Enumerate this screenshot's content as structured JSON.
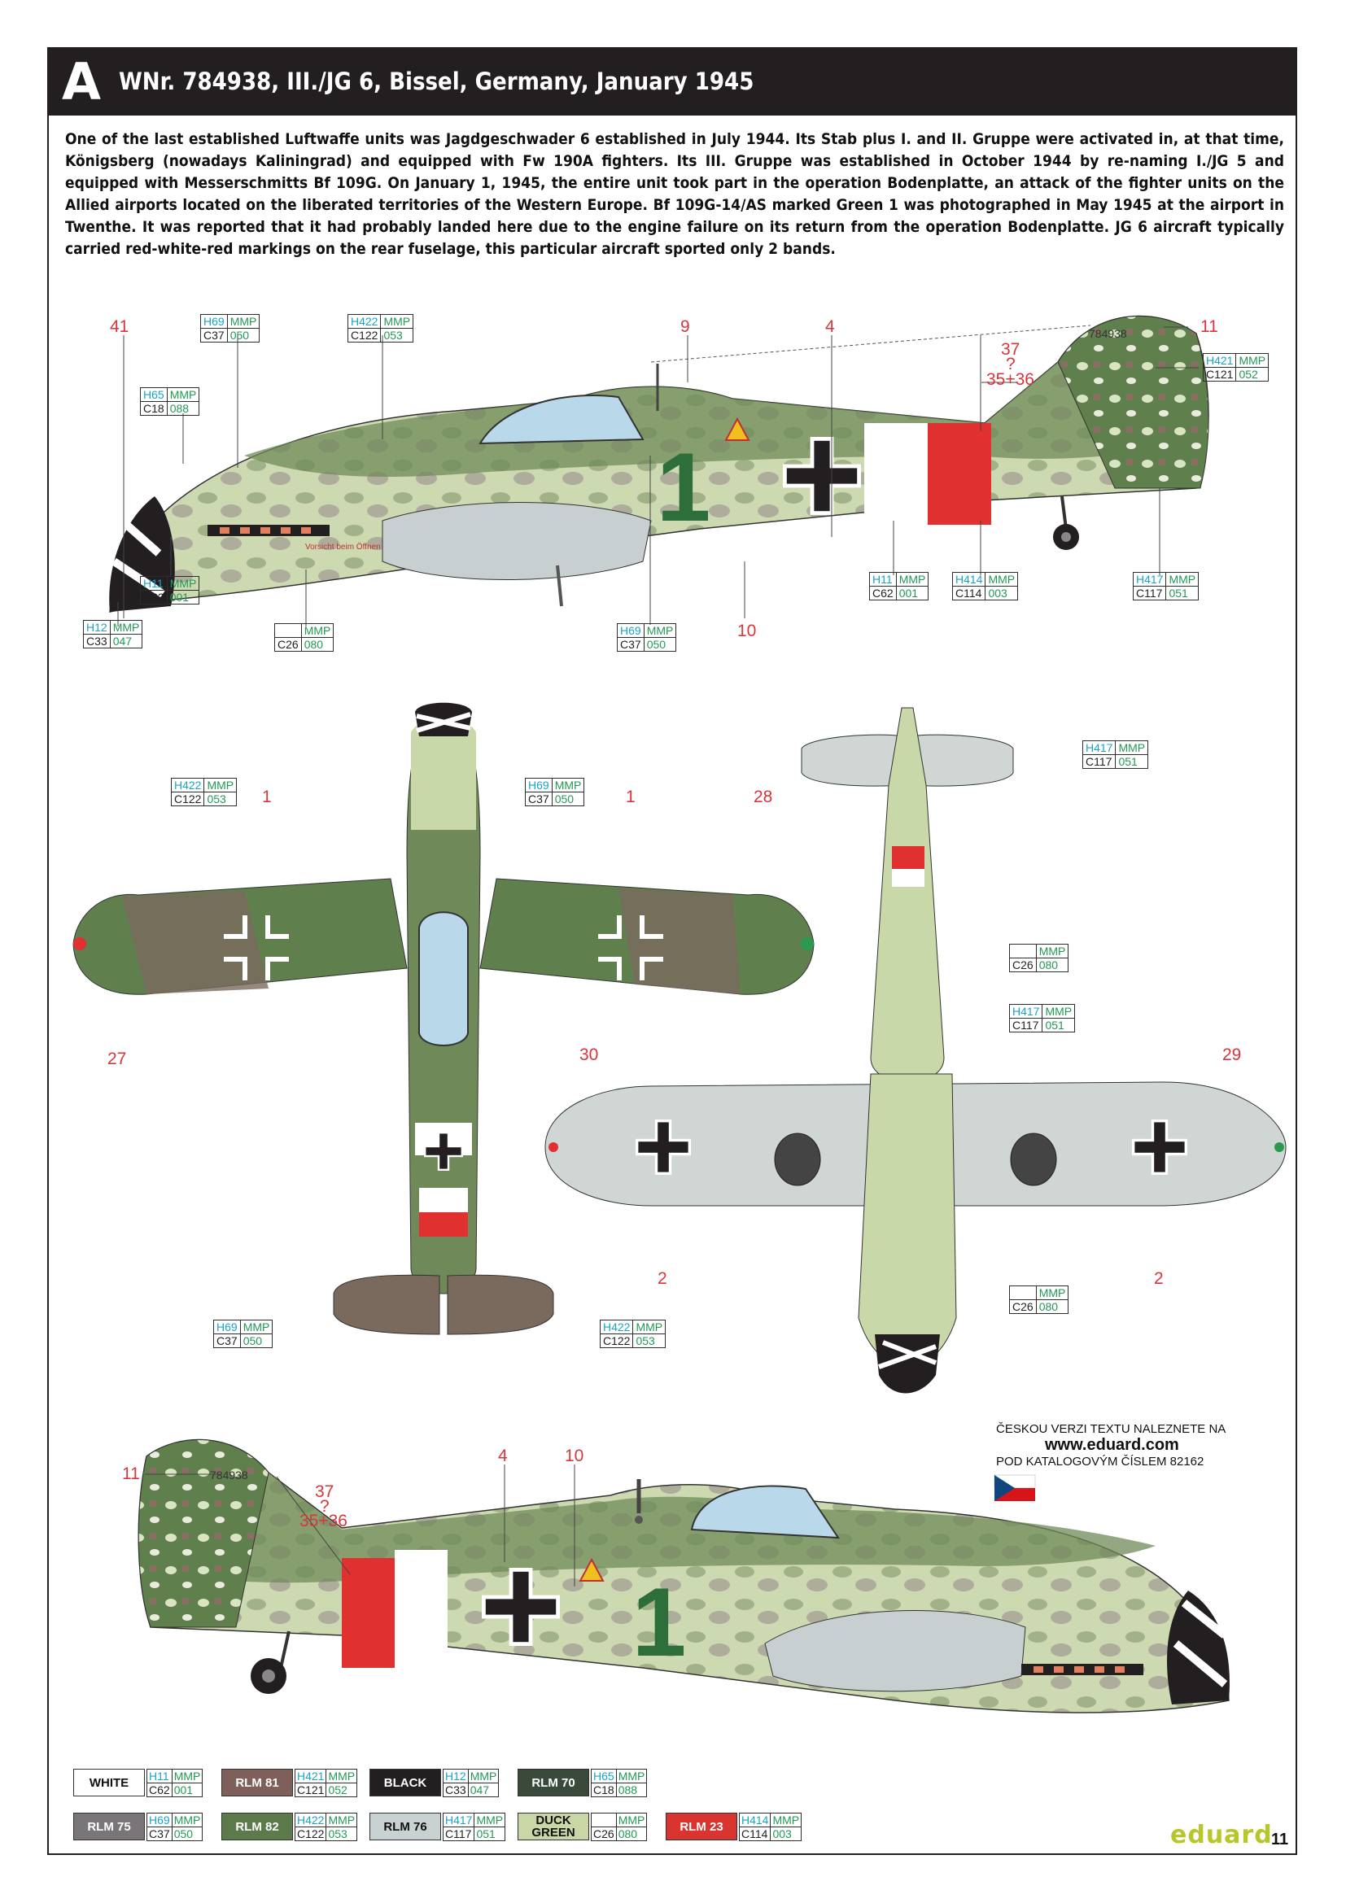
{
  "header": {
    "profile_letter": "A",
    "title": "WNr. 784938, III./JG 6, Bissel, Germany, January 1945"
  },
  "description": "One of the last established Luftwaffe units was Jagdgeschwader 6 established in July 1944. Its Stab plus I. and II. Gruppe were activated in, at that time, Königsberg (nowadays Kaliningrad) and equipped with Fw 190A fighters. Its III. Gruppe was established in October 1944 by re-naming I./JG 5 and equipped with Messerschmitts Bf 109G. On January 1, 1945, the entire unit took part in the operation Bodenplatte, an attack of the fighter units on the Allied airports located on the liberated territories of the Western Europe. Bf 109G-14/AS marked Green 1 was photographed in May 1945 at the airport in Twenthe. It was reported that it had probably landed here due to the engine failure on its return from the operation Bodenplatte. JG 6 aircraft typically carried red-white-red markings on the rear fuselage, this particular aircraft sported only 2 bands.",
  "aircraft": {
    "werknummer": "784938",
    "code_number": "1",
    "stencil_text": "Vorsicht beim Öffnen"
  },
  "callouts": {
    "n41": "41",
    "n9": "9",
    "n4": "4",
    "n11": "11",
    "n37": "37",
    "q": "?",
    "n3536": "35+36",
    "n10": "10",
    "n1a": "1",
    "n1b": "1",
    "n28": "28",
    "n27": "27",
    "n30": "30",
    "n29": "29",
    "n2a": "2",
    "n2b": "2"
  },
  "paint_codes": {
    "mmp": "MMP",
    "h69": "H69",
    "c37": "C37",
    "m050": "050",
    "h422": "H422",
    "c122": "C122",
    "m053": "053",
    "h65": "H65",
    "c18": "C18",
    "m088": "088",
    "h421": "H421",
    "c121": "C121",
    "m052": "052",
    "h11": "H11",
    "c62": "C62",
    "m001": "001",
    "h12": "H12",
    "c33": "C33",
    "m047": "047",
    "c26": "C26",
    "m080": "080",
    "h414": "H414",
    "c114": "C114",
    "m003": "003",
    "h417": "H417",
    "c117": "C117",
    "m051": "051"
  },
  "czech_note": {
    "line1": "ČESKOU VERZI TEXTU NALEZNETE NA",
    "line2": "www.eduard.com",
    "line3": "POD KATALOGOVÝM ČÍSLEM 82162"
  },
  "legend": [
    {
      "name": "WHITE",
      "h": "H11",
      "c": "C62",
      "m": "001",
      "bg": "#ffffff",
      "fg": "#111111"
    },
    {
      "name": "RLM 81",
      "h": "H421",
      "c": "C121",
      "m": "052",
      "bg": "#7e5f5a",
      "fg": "#ffffff"
    },
    {
      "name": "BLACK",
      "h": "H12",
      "c": "C33",
      "m": "047",
      "bg": "#231f20",
      "fg": "#ffffff"
    },
    {
      "name": "RLM 70",
      "h": "H65",
      "c": "C18",
      "m": "088",
      "bg": "#3a4a3a",
      "fg": "#ffffff"
    },
    {
      "name": "RLM 75",
      "h": "H69",
      "c": "C37",
      "m": "050",
      "bg": "#7a7578",
      "fg": "#ffffff"
    },
    {
      "name": "RLM 82",
      "h": "H422",
      "c": "C122",
      "m": "053",
      "bg": "#5d7a4a",
      "fg": "#ffffff"
    },
    {
      "name": "RLM 76",
      "h": "H417",
      "c": "C117",
      "m": "051",
      "bg": "#c9d2d3",
      "fg": "#111111"
    },
    {
      "name": "DUCK GREEN",
      "h": "",
      "c": "C26",
      "m": "080",
      "bg": "#c9d7a6",
      "fg": "#111111"
    },
    {
      "name": "RLM 23",
      "h": "H414",
      "c": "C114",
      "m": "003",
      "bg": "#d9342f",
      "fg": "#ffffff"
    }
  ],
  "colors": {
    "rlm82": "#5f7f4d",
    "rlm81": "#7a6a5e",
    "rlm75": "#7b7677",
    "rlm76": "#cfd6d4",
    "duck_green": "#c9d8a8",
    "rlm23": "#e03030",
    "black": "#231f20",
    "white": "#ffffff",
    "code_green": "#2e6e3a",
    "callout_red": "#d6363c"
  },
  "brand": "eduard",
  "page_number": "11"
}
